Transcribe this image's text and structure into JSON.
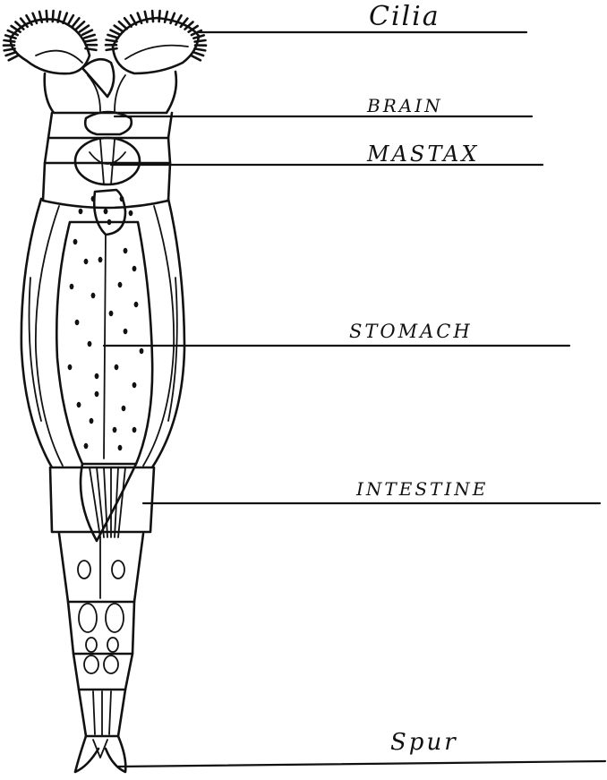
{
  "labels": {
    "cilia": "Cilia",
    "brain": "BRAIN",
    "mastax": "MASTAX",
    "stomach": "STOMACH",
    "intestine": "INTESTINE",
    "spur": "Spur"
  }
}
